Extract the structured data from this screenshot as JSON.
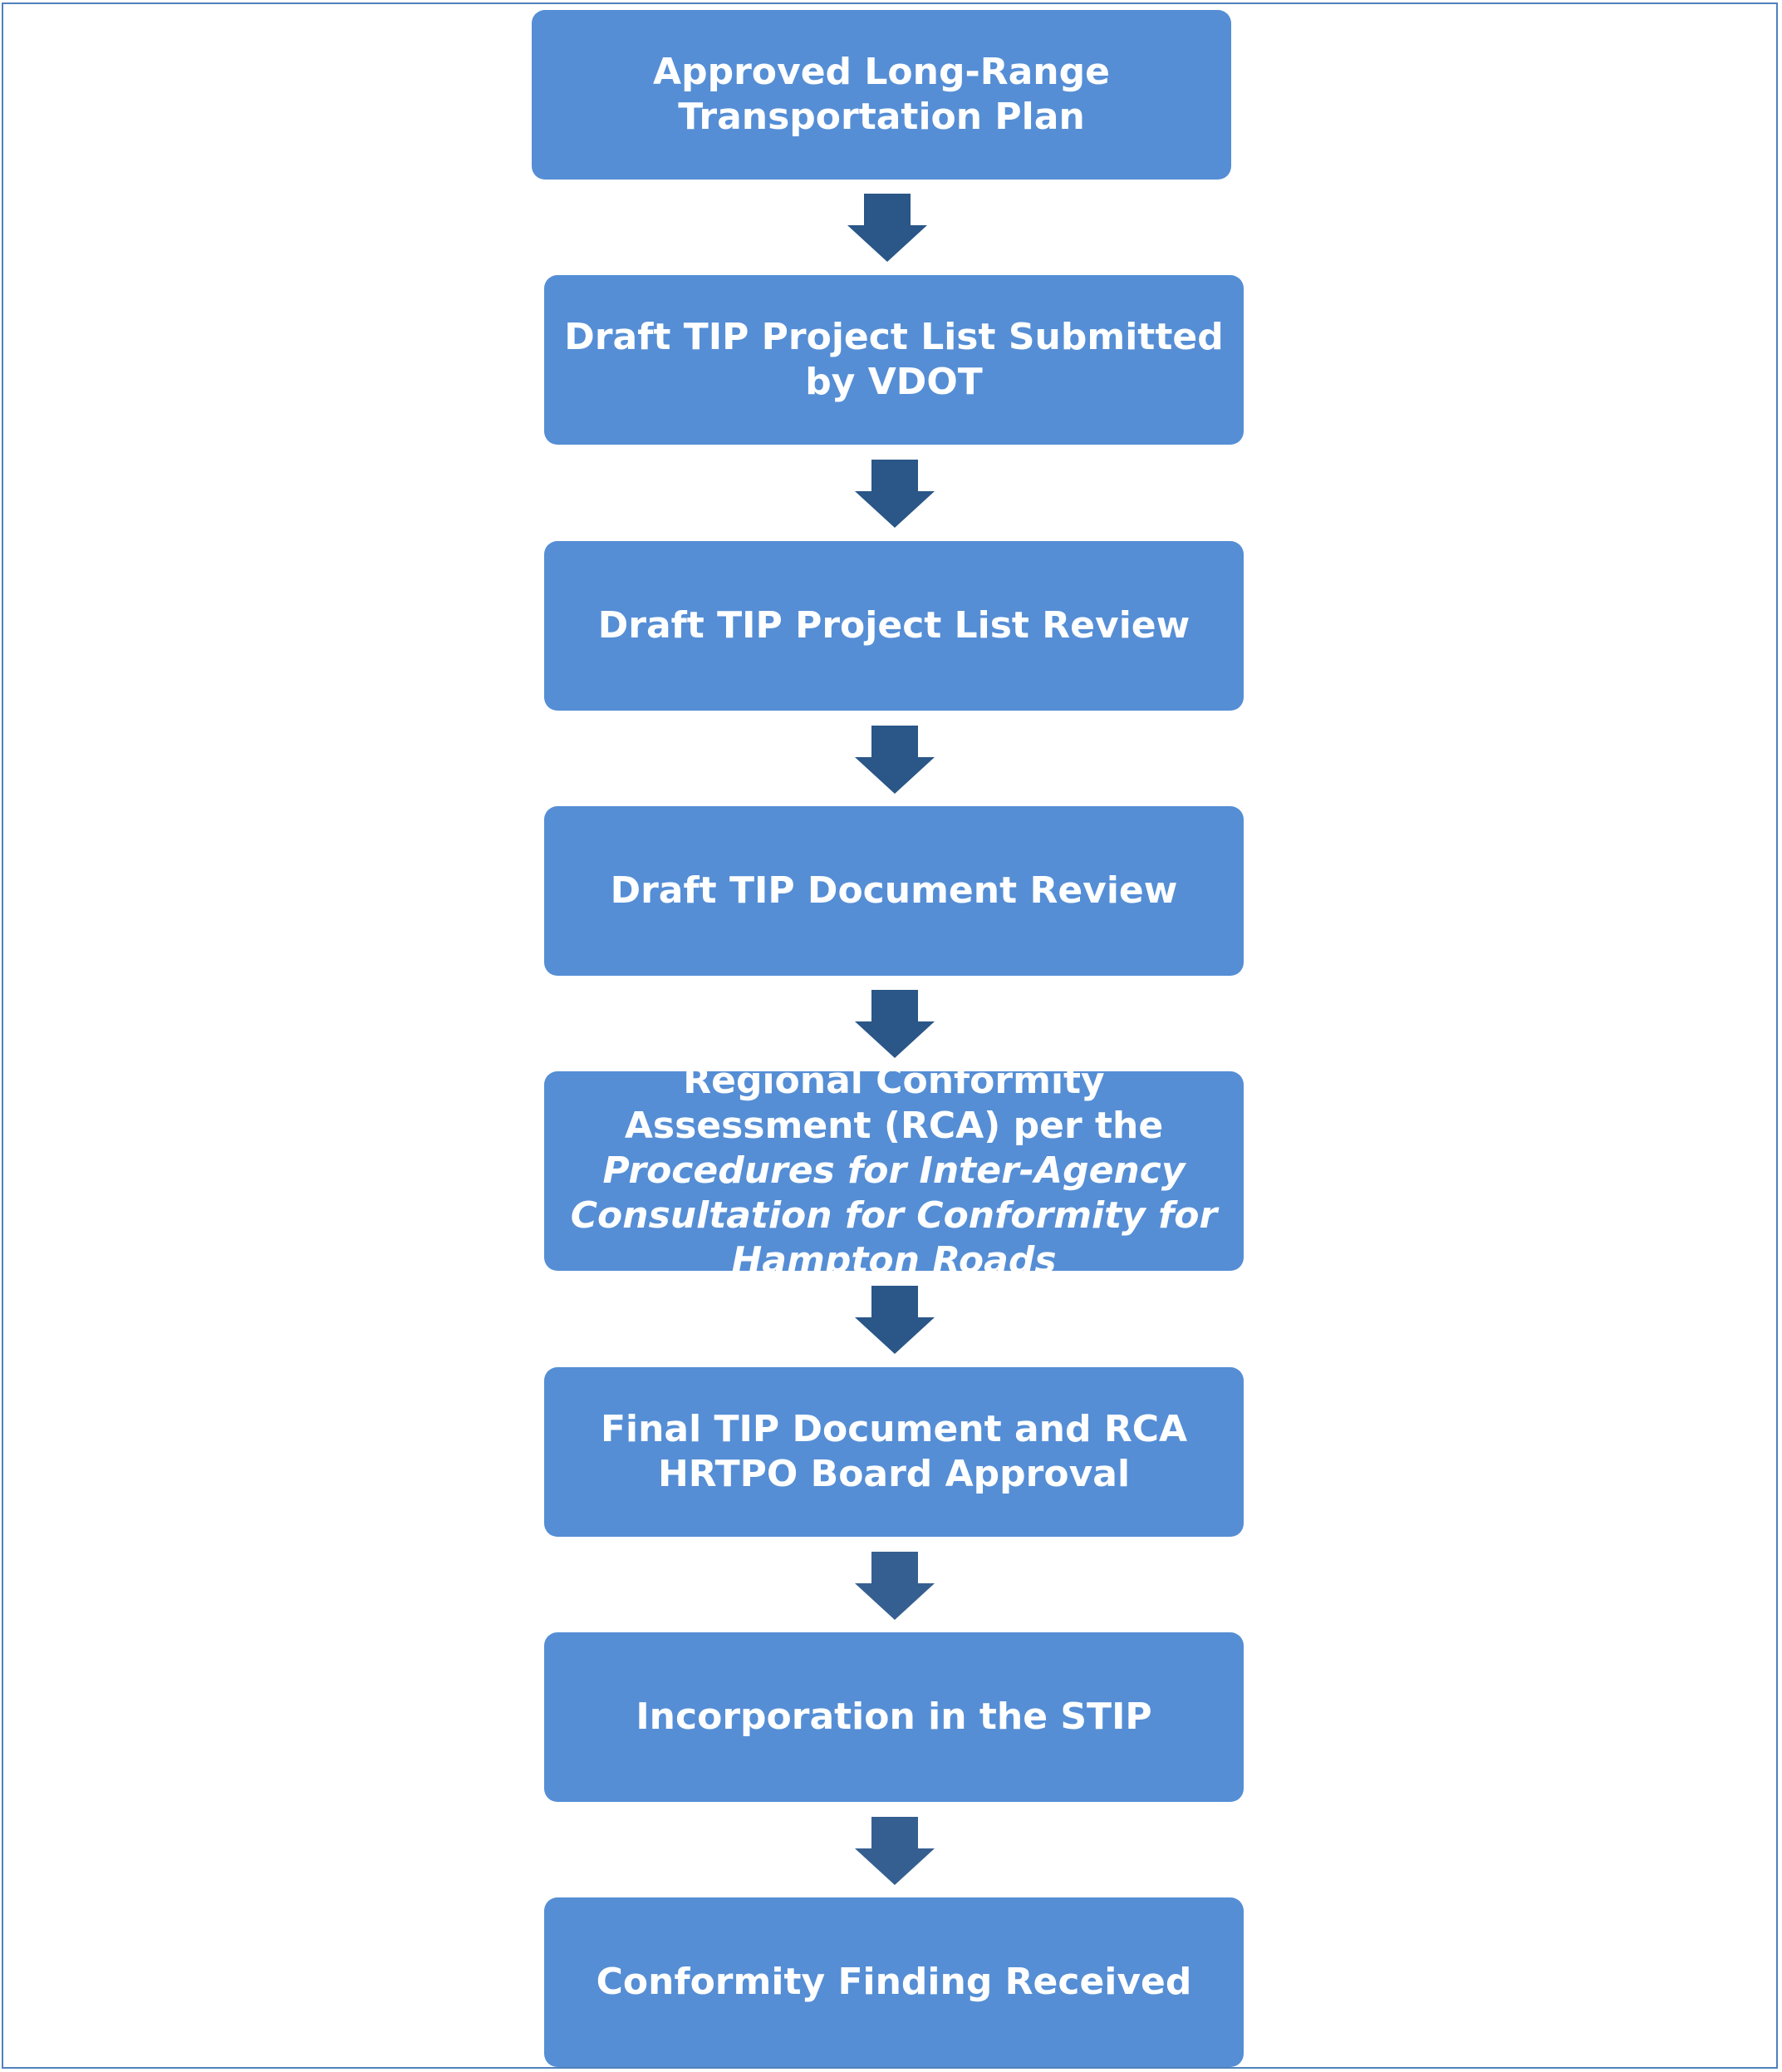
{
  "flowchart": {
    "steps": [
      {
        "id": "approved-lrtp",
        "label": "Approved Long-Range Transportation Plan"
      },
      {
        "id": "draft-list-submitted",
        "label": "Draft TIP Project List Submitted by VDOT"
      },
      {
        "id": "draft-list-review",
        "label": "Draft TIP Project List  Review"
      },
      {
        "id": "draft-document-review",
        "label": "Draft TIP Document Review"
      },
      {
        "id": "rca",
        "label_plain": "Regional Conformity Assessment (RCA) per the",
        "label_italic": "Procedures for Inter-Agency Consultation for Conformity for    Hampton Roads"
      },
      {
        "id": "final-approval",
        "label": "Final TIP Document and RCA HRTPO Board Approval"
      },
      {
        "id": "stip-incorporation",
        "label": "Incorporation in the STIP"
      },
      {
        "id": "conformity-finding",
        "label": "Conformity Finding Received"
      }
    ]
  },
  "colors": {
    "box_fill": "#558ed5",
    "box_text": "#ffffff",
    "arrow_fill": "#2a5688",
    "arrow_fill_light": "#365f91",
    "frame_border": "#4f81bd"
  },
  "icons": {
    "connector": "arrow-down-icon"
  }
}
